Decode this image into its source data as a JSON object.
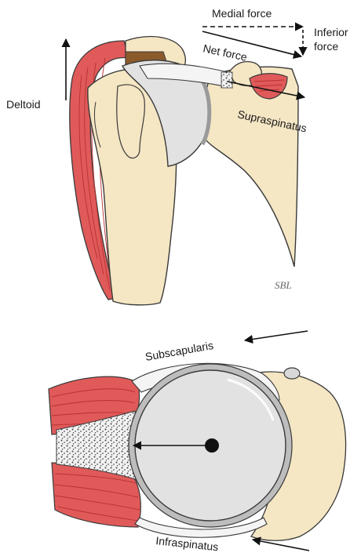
{
  "top_panel": {
    "labels": {
      "medial_force": "Medial force",
      "inferior_force_line1": "Inferior",
      "inferior_force_line2": "force",
      "net_force": "Net force",
      "deltoid": "Deltoid",
      "supraspinatus": "Supraspinatus",
      "signature": "SBL"
    }
  },
  "bottom_panel": {
    "labels": {
      "subscapularis": "Subscapularis",
      "infraspinatus": "Infraspinatus"
    }
  },
  "colors": {
    "bone": "#f5e6c4",
    "bone_outline": "#3a3a3a",
    "muscle": "#e05a5a",
    "muscle_stripe": "#b83232",
    "humeral_head": "#e2e2e2",
    "cartilage_gray": "#9a9a9a",
    "tendon": "#f4f4f4",
    "acromion_pad": "#8b5a2b"
  }
}
